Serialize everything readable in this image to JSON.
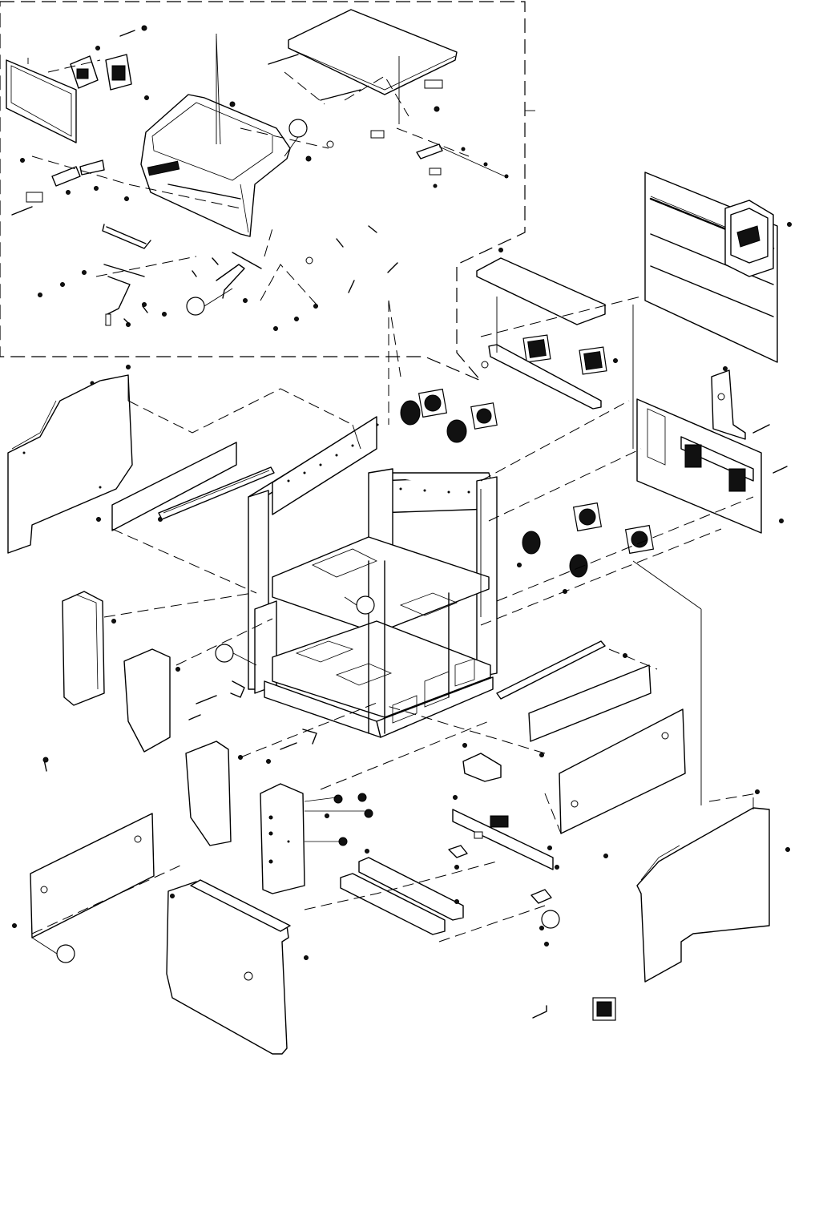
{
  "diagram": {
    "kind": "exploded-view parts drawing",
    "callout_circle_count": 7,
    "fan_count": 12,
    "colors": {
      "ink": "#000000",
      "paper": "#ffffff",
      "fill_dark": "#111111"
    }
  }
}
